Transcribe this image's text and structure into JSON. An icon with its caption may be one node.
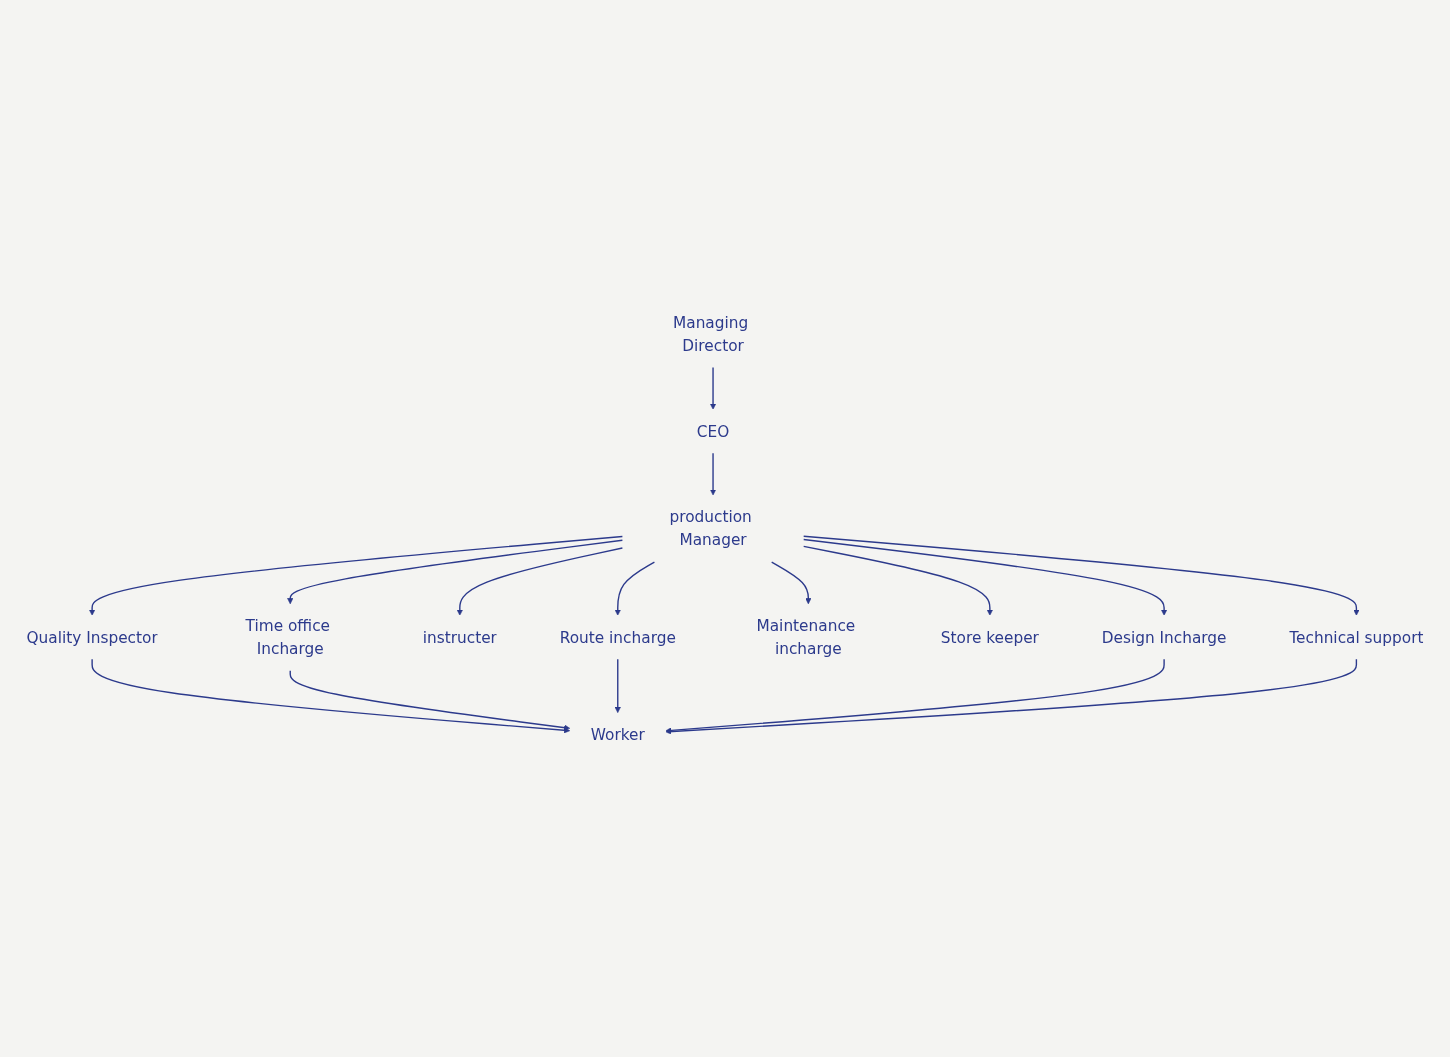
{
  "diagram": {
    "nodes": [
      {
        "text": [
          "Managing Director"
        ]
      },
      {
        "text": [
          "CEO"
        ]
      },
      {
        "text": [
          "production Manager"
        ]
      },
      {
        "text": [
          "Quality Inspector"
        ]
      },
      {
        "text": [
          "Time office Incharge"
        ]
      },
      {
        "text": [
          "instructer"
        ]
      },
      {
        "text": [
          "Route incharge"
        ]
      },
      {
        "text": [
          "Maintenance incharge"
        ]
      },
      {
        "text": [
          "Store keeper"
        ]
      },
      {
        "text": [
          "Design Incharge"
        ]
      },
      {
        "text": [
          "Technical support"
        ]
      },
      {
        "text": [
          "Worker"
        ]
      }
    ],
    "edges": [
      {
        "from": 0,
        "to": 1,
        "arrow": "to"
      },
      {
        "from": 1,
        "to": 2,
        "arrow": "to"
      },
      {
        "from": 2,
        "to": 3,
        "arrow": "to"
      },
      {
        "from": 2,
        "to": 4,
        "arrow": "to"
      },
      {
        "from": 2,
        "to": 5,
        "arrow": "to"
      },
      {
        "from": 2,
        "to": 6,
        "arrow": "to"
      },
      {
        "from": 2,
        "to": 7,
        "arrow": "to"
      },
      {
        "from": 2,
        "to": 8,
        "arrow": "to"
      },
      {
        "from": 2,
        "to": 9,
        "arrow": "to"
      },
      {
        "from": 2,
        "to": 10,
        "arrow": "to"
      },
      {
        "from": 3,
        "to": 11,
        "arrow": "to"
      },
      {
        "from": 4,
        "to": 11,
        "arrow": "to"
      },
      {
        "from": 6,
        "to": 11,
        "arrow": "to"
      },
      {
        "from": 9,
        "to": 11,
        "arrow": "to"
      },
      {
        "from": 10,
        "to": 11,
        "arrow": "to"
      }
    ]
  }
}
